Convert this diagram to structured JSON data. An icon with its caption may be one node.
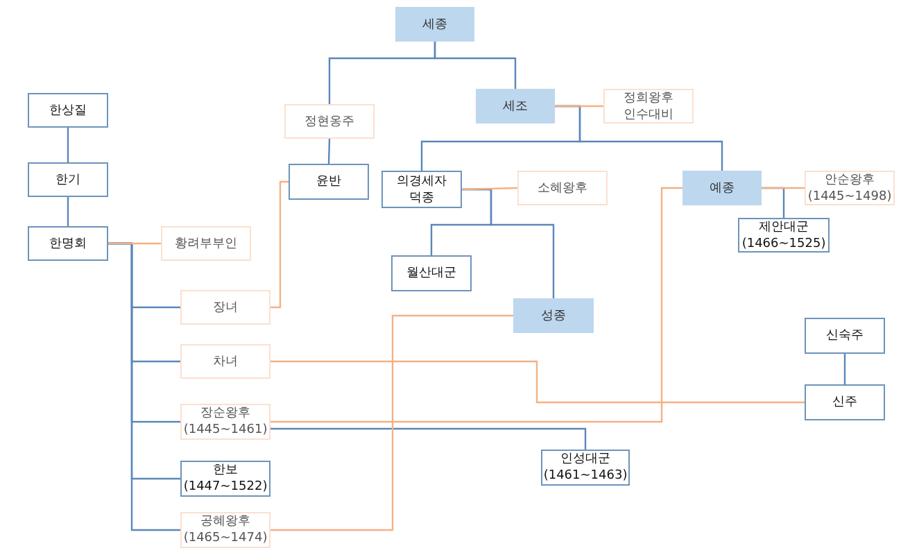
{
  "diagram": {
    "nodes": [
      {
        "text": [
          "세종"
        ]
      },
      {
        "text": [
          "정현옹주"
        ]
      },
      {
        "text": [
          "세조"
        ]
      },
      {
        "text": [
          "정희왕후 인수대비"
        ]
      },
      {
        "text": [
          "한상질"
        ]
      },
      {
        "text": [
          "한기"
        ]
      },
      {
        "text": [
          "윤반"
        ]
      },
      {
        "text": [
          "의경세자 덕종"
        ]
      },
      {
        "text": [
          "소혜왕후"
        ]
      },
      {
        "text": [
          "예종"
        ]
      },
      {
        "text": [
          "안순왕후 (1445~1498)"
        ]
      },
      {
        "text": [
          "한명회"
        ]
      },
      {
        "text": [
          "황려부부인"
        ]
      },
      {
        "text": [
          "제안대군 (1466~1525)"
        ]
      },
      {
        "text": [
          "월산대군"
        ]
      },
      {
        "text": [
          "장녀"
        ]
      },
      {
        "text": [
          "성종"
        ]
      },
      {
        "text": [
          "신숙주"
        ]
      },
      {
        "text": [
          "차녀"
        ]
      },
      {
        "text": [
          "신주"
        ]
      },
      {
        "text": [
          "장순왕후 (1445~1461)"
        ]
      },
      {
        "text": [
          "인성대군 (1461~1463)"
        ]
      },
      {
        "text": [
          "한보 (1447~1522)"
        ]
      },
      {
        "text": [
          "공혜왕후 (1465~1474)"
        ]
      }
    ],
    "edges": [
      {
        "from": 0,
        "to": 1,
        "arrow": "none"
      },
      {
        "from": 0,
        "to": 2,
        "arrow": "none"
      },
      {
        "from": 1,
        "to": 6,
        "arrow": "none"
      },
      {
        "from": 2,
        "to": 3,
        "arrow": "none",
        "color": "#f4b183"
      },
      {
        "from": 2,
        "to": 7,
        "arrow": "none"
      },
      {
        "from": 2,
        "to": 9,
        "arrow": "none"
      },
      {
        "from": 7,
        "to": 8,
        "arrow": "none",
        "color": "#f4b183"
      },
      {
        "from": 7,
        "to": 14,
        "arrow": "none"
      },
      {
        "from": 7,
        "to": 16,
        "arrow": "none"
      },
      {
        "from": 9,
        "to": 10,
        "arrow": "none",
        "color": "#f4b183"
      },
      {
        "from": 9,
        "to": 13,
        "arrow": "none"
      },
      {
        "from": 4,
        "to": 5,
        "arrow": "none"
      },
      {
        "from": 5,
        "to": 11,
        "arrow": "none"
      },
      {
        "from": 11,
        "to": 12,
        "arrow": "none",
        "color": "#f4b183"
      },
      {
        "from": 11,
        "to": 15,
        "arrow": "none"
      },
      {
        "from": 11,
        "to": 18,
        "arrow": "none"
      },
      {
        "from": 11,
        "to": 20,
        "arrow": "none"
      },
      {
        "from": 11,
        "to": 22,
        "arrow": "none"
      },
      {
        "from": 11,
        "to": 23,
        "arrow": "none"
      },
      {
        "from": 15,
        "to": 6,
        "arrow": "none",
        "color": "#f4b183"
      },
      {
        "from": 16,
        "to": 23,
        "arrow": "none",
        "color": "#f4b183"
      },
      {
        "from": 18,
        "to": 19,
        "arrow": "none",
        "color": "#f4b183"
      },
      {
        "from": 20,
        "to": 9,
        "arrow": "none",
        "color": "#f4b183"
      },
      {
        "from": 20,
        "to": 21,
        "arrow": "none"
      },
      {
        "from": 17,
        "to": 19,
        "arrow": "none"
      }
    ]
  }
}
